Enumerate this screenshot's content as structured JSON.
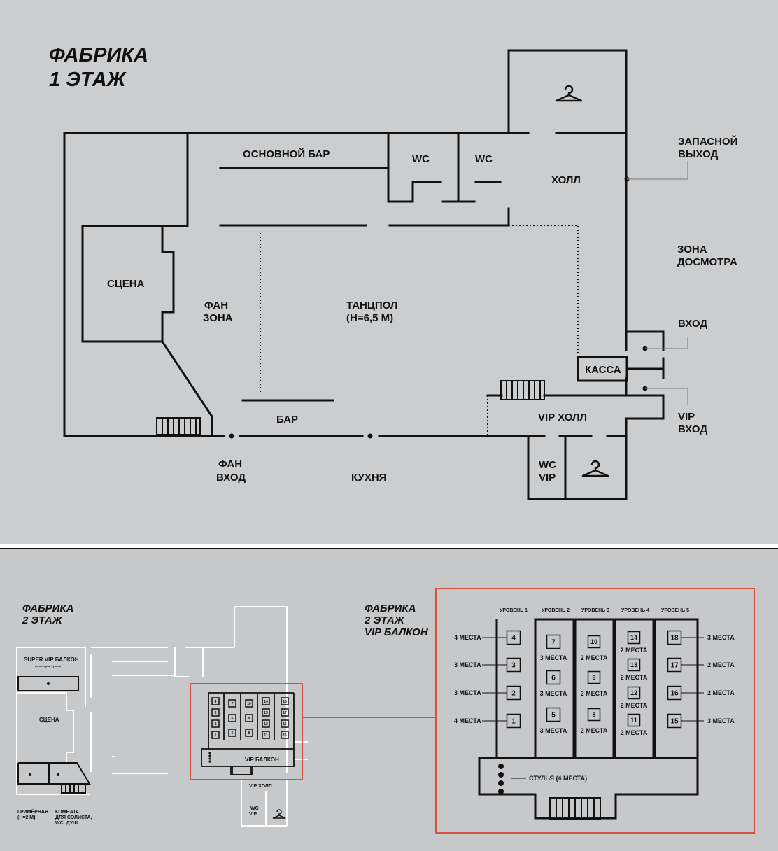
{
  "floor1": {
    "title_line1": "ФАБРИКА",
    "title_line2": "1 ЭТАЖ",
    "labels": {
      "main_bar": "ОСНОВНОЙ БАР",
      "wc_left": "WC",
      "wc_right": "WC",
      "hall": "ХОЛЛ",
      "emergency_exit_1": "ЗАПАСНОЙ",
      "emergency_exit_2": "ВЫХОД",
      "security_1": "ЗОНА",
      "security_2": "ДОСМОТРА",
      "stage": "СЦЕНА",
      "fan_zone_1": "ФАН",
      "fan_zone_2": "ЗОНА",
      "dancefloor_1": "ТАНЦПОЛ",
      "dancefloor_2": "(H=6,5 M)",
      "entrance": "ВХОД",
      "cashier": "КАССА",
      "bar": "БАР",
      "vip_hall": "VIP ХОЛЛ",
      "vip_entrance_1": "VIP",
      "vip_entrance_2": "ВХОД",
      "fan_entrance_1": "ФАН",
      "fan_entrance_2": "ВХОД",
      "kitchen": "КУХНЯ",
      "wc_vip_1": "WC",
      "wc_vip_2": "VIP"
    }
  },
  "floor2": {
    "title_line1": "ФАБРИКА",
    "title_line2": "2 ЭТАЖ",
    "labels": {
      "super_vip": "SUPER VIP БАЛКОН",
      "super_vip_note": "по истории купить",
      "stage": "СЦЕНА",
      "vip_balcony": "VIP БАЛКОН",
      "vip_hall": "VIP ХОЛЛ",
      "wc_vip_1": "WC",
      "wc_vip_2": "VIP",
      "dressing_1": "ГРИМЁРНАЯ",
      "dressing_2": "(H=2 M)",
      "room_1": "КОМНАТА",
      "room_2": "ДЛЯ СОЛИСТА,",
      "room_3": "WC, ДУШ"
    },
    "mini_boxes": [
      "4",
      "3",
      "2",
      "1",
      "7",
      "6",
      "5",
      "10",
      "9",
      "8",
      "14",
      "13",
      "12",
      "11",
      "18",
      "17",
      "16",
      "15"
    ]
  },
  "balcony": {
    "title_line1": "ФАБРИКА",
    "title_line2": "2 ЭТАЖ",
    "title_line3": "VIP БАЛКОН",
    "levels": [
      "УРОВЕНЬ 1",
      "УРОВЕНЬ 2",
      "УРОВЕНЬ 3",
      "УРОВЕНЬ 4",
      "УРОВЕНЬ 5"
    ],
    "chairs_label": "СТУЛЬЯ (4 МЕСТА)",
    "level1": [
      {
        "box": "4",
        "seats": "4 МЕСТА"
      },
      {
        "box": "3",
        "seats": "3 МЕСТА"
      },
      {
        "box": "2",
        "seats": "3 МЕСТА"
      },
      {
        "box": "1",
        "seats": "4 МЕСТА"
      }
    ],
    "level2": [
      {
        "box": "7",
        "seats": "3 МЕСТА"
      },
      {
        "box": "6",
        "seats": "3 МЕСТА"
      },
      {
        "box": "5",
        "seats": "3 МЕСТА"
      }
    ],
    "level3": [
      {
        "box": "10",
        "seats": "2 МЕСТА"
      },
      {
        "box": "9",
        "seats": "2 МЕСТА"
      },
      {
        "box": "8",
        "seats": "2 МЕСТА"
      }
    ],
    "level4": [
      {
        "box": "14",
        "seats": "2 МЕСТА"
      },
      {
        "box": "13",
        "seats": "2 МЕСТА"
      },
      {
        "box": "12",
        "seats": "2 МЕСТА"
      },
      {
        "box": "11",
        "seats": "2 МЕСТА"
      }
    ],
    "level5": [
      {
        "box": "18",
        "seats": "3 МЕСТА"
      },
      {
        "box": "17",
        "seats": "2 МЕСТА"
      },
      {
        "box": "16",
        "seats": "2 МЕСТА"
      },
      {
        "box": "15",
        "seats": "3 МЕСТА"
      }
    ]
  },
  "colors": {
    "wall": "#111111",
    "accent": "#d9503f",
    "white": "#ffffff"
  },
  "icons": [
    "hanger-icon",
    "stairs-icon",
    "door-dot-icon"
  ]
}
